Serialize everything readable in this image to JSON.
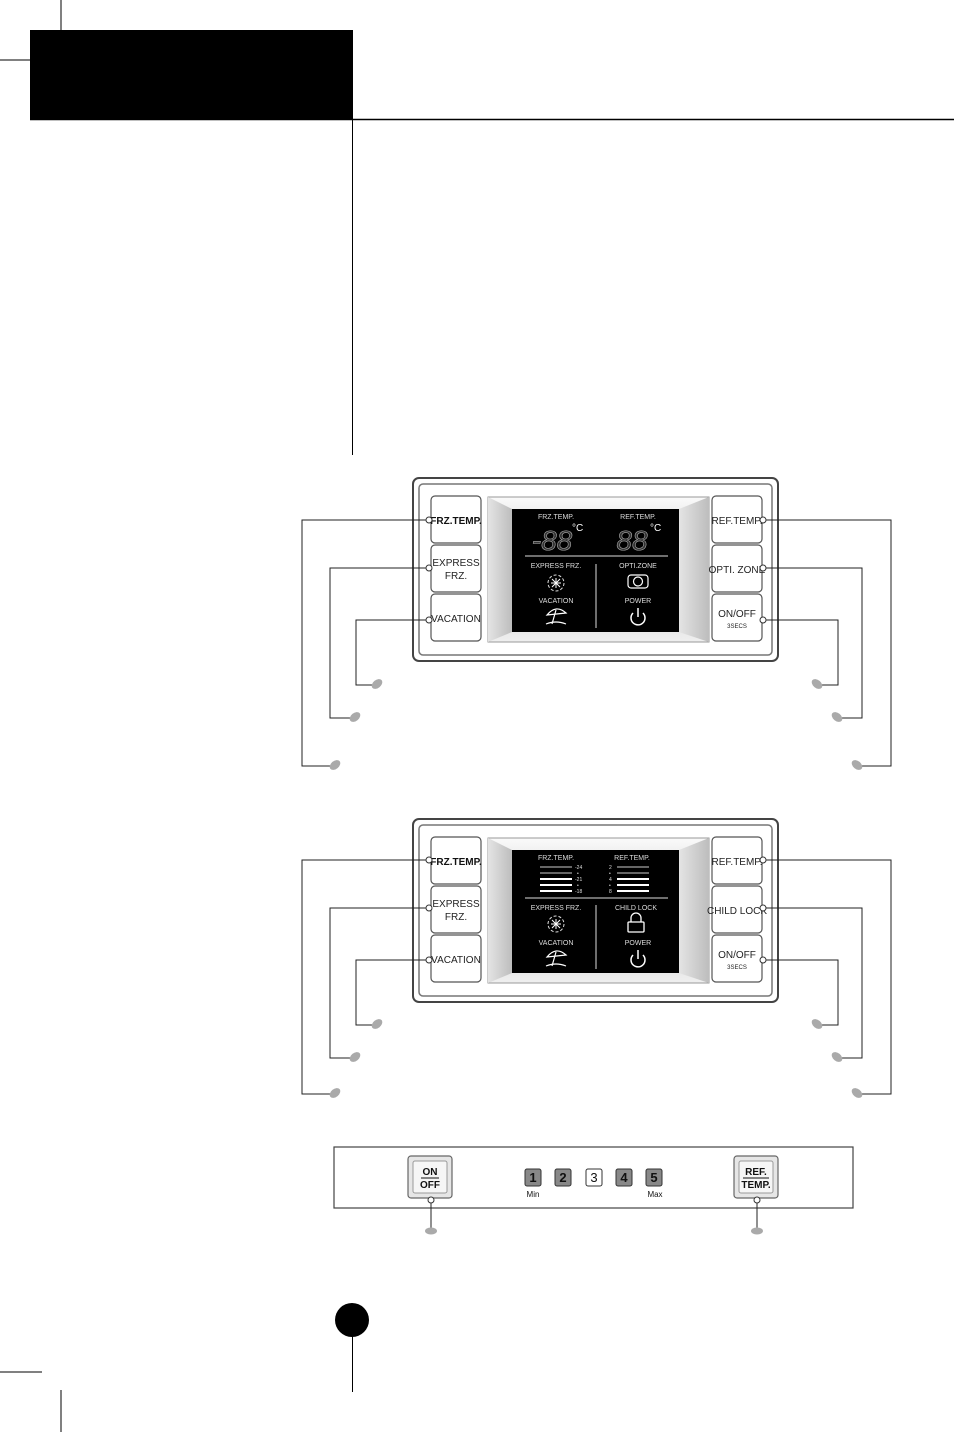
{
  "panel_a": {
    "buttons_left": [
      {
        "label": "FRZ.TEMP."
      },
      {
        "line1": "EXPRESS",
        "line2": "FRZ."
      },
      {
        "label": "VACATION"
      }
    ],
    "buttons_right": [
      {
        "label": "REF.TEMP."
      },
      {
        "label": "OPTI. ZONE"
      },
      {
        "line1": "ON/OFF",
        "line2": "3SECS"
      }
    ],
    "display": {
      "frz_label": "FRZ.TEMP.",
      "ref_label": "REF.TEMP.",
      "frz_digits": "-88",
      "ref_digits": "88",
      "unit": "°C",
      "express_label": "EXPRESS FRZ.",
      "opti_label": "OPTI.ZONE",
      "vacation_label": "VACATION",
      "power_label": "POWER"
    }
  },
  "panel_b": {
    "buttons_left": [
      {
        "label": "FRZ.TEMP."
      },
      {
        "line1": "EXPRESS",
        "line2": "FRZ."
      },
      {
        "label": "VACATION"
      }
    ],
    "buttons_right": [
      {
        "label": "REF.TEMP."
      },
      {
        "label": "CHILD LOCK"
      },
      {
        "line1": "ON/OFF",
        "line2": "3SECS"
      }
    ],
    "display": {
      "frz_label": "FRZ.TEMP.",
      "ref_label": "REF.TEMP.",
      "frz_scale": [
        "-24",
        "•",
        "-21",
        "•",
        "-18"
      ],
      "ref_scale": [
        "2",
        "•",
        "4",
        "•",
        "8"
      ],
      "express_label": "EXPRESS FRZ.",
      "childlock_label": "CHILD LOCK",
      "vacation_label": "VACATION",
      "power_label": "POWER"
    }
  },
  "panel_c": {
    "on_off_top": "ON",
    "on_off_bottom": "OFF",
    "levels": [
      "1",
      "2",
      "3",
      "4",
      "5"
    ],
    "min_label": "Min",
    "max_label": "Max",
    "ref_top": "REF.",
    "ref_bottom": "TEMP."
  },
  "colors": {
    "header_block": "#000000",
    "panel_border": "#555555",
    "lcd": "#000000"
  }
}
